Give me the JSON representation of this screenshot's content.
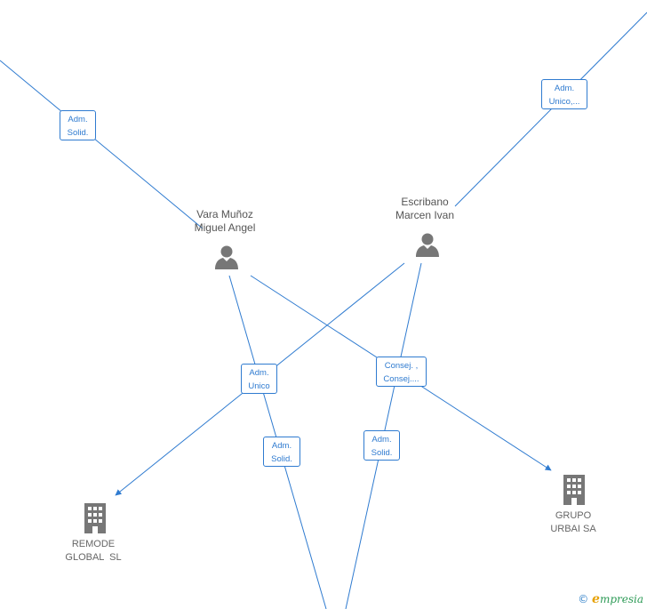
{
  "people": [
    {
      "id": "vara",
      "line1": "Vara Muñoz",
      "line2": "Miguel Angel"
    },
    {
      "id": "escribano",
      "line1": "Escribano",
      "line2": "Marcen Ivan"
    }
  ],
  "companies": [
    {
      "id": "remode",
      "line1": "REMODE",
      "line2": "GLOBAL  SL"
    },
    {
      "id": "grupo",
      "line1": "GRUPO",
      "line2": "URBAI SA"
    }
  ],
  "roles": [
    {
      "id": "r1",
      "line1": "Adm.",
      "line2": "Solid."
    },
    {
      "id": "r2",
      "line1": "Adm.",
      "line2": "Unico,..."
    },
    {
      "id": "r3",
      "line1": "Adm.",
      "line2": "Unico"
    },
    {
      "id": "r4",
      "line1": "Consej. ,",
      "line2": "Consej...."
    },
    {
      "id": "r5",
      "line1": "Adm.",
      "line2": "Solid."
    },
    {
      "id": "r6",
      "line1": "Adm.",
      "line2": "Solid."
    }
  ],
  "colors": {
    "edge": "#2f7bd0",
    "icon": "#777777"
  },
  "watermark": {
    "symbol": "©",
    "brand_initial": "e",
    "brand_rest": "mpresia"
  }
}
